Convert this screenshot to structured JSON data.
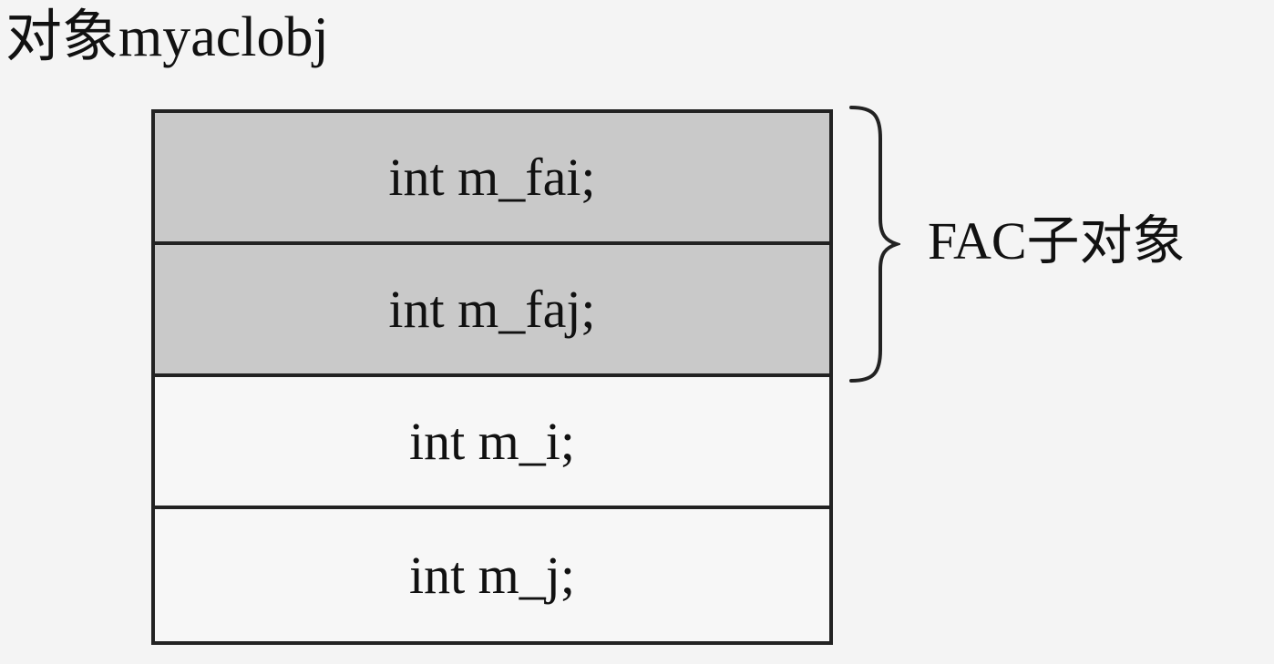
{
  "title": "对象myaclobj",
  "rows": [
    {
      "text": "int m_fai;",
      "group": "FAC"
    },
    {
      "text": "int m_faj;",
      "group": "FAC"
    },
    {
      "text": "int m_i;",
      "group": ""
    },
    {
      "text": "int m_j;",
      "group": ""
    }
  ],
  "brace_label": "FAC子对象",
  "colors": {
    "shaded_row": "#c9c9c9",
    "plain_row": "#f7f7f7",
    "border": "#222222",
    "background": "#f4f4f4"
  }
}
